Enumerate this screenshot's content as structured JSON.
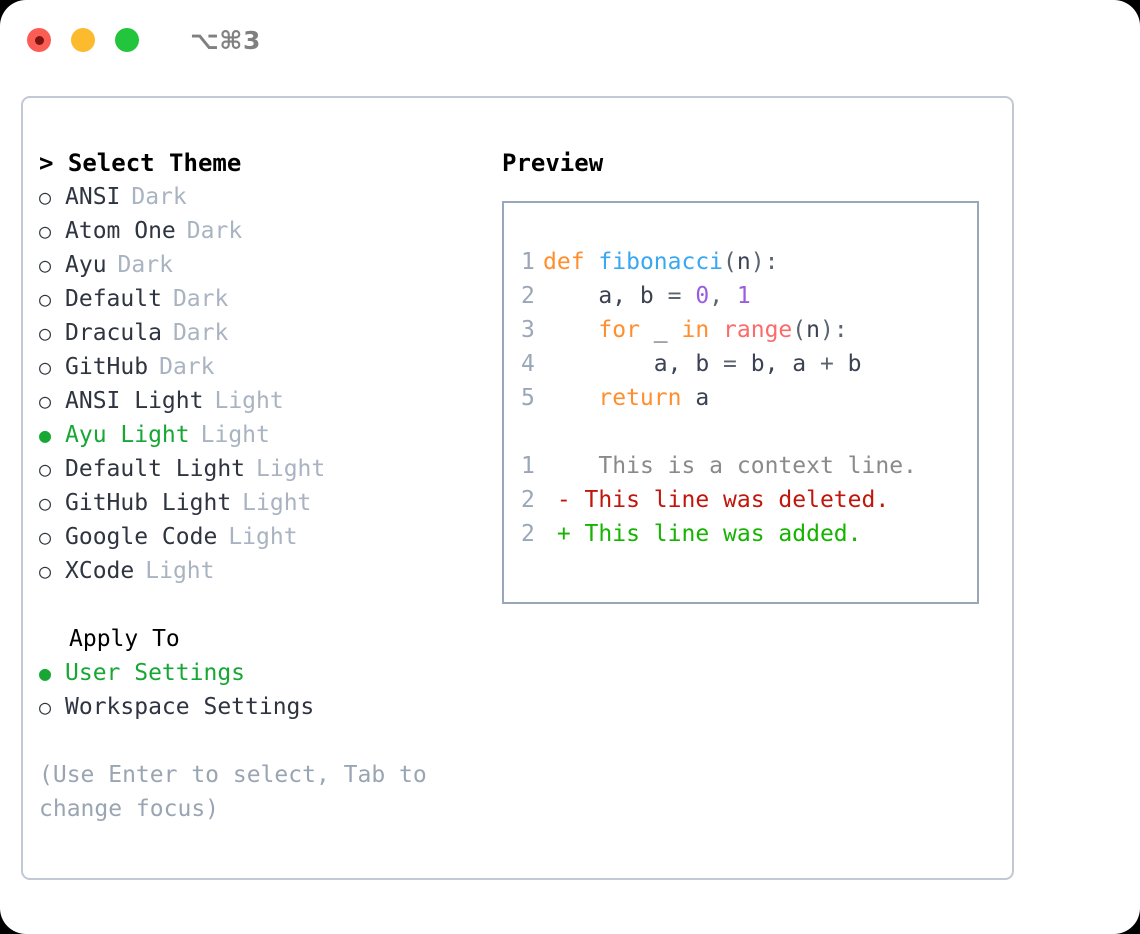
{
  "titlebar": {
    "shortcut": "⌥⌘3",
    "lights": [
      {
        "name": "close",
        "color": "#fb5d55"
      },
      {
        "name": "minimize",
        "color": "#fcbb2e"
      },
      {
        "name": "maximize",
        "color": "#22c53c"
      }
    ]
  },
  "theme_picker": {
    "heading": "> Select Theme",
    "selected_marker": "●",
    "unselected_marker": "○",
    "items": [
      {
        "name": "ANSI",
        "tag": "Dark",
        "selected": false
      },
      {
        "name": "Atom One",
        "tag": "Dark",
        "selected": false
      },
      {
        "name": "Ayu",
        "tag": "Dark",
        "selected": false
      },
      {
        "name": "Default",
        "tag": "Dark",
        "selected": false
      },
      {
        "name": "Dracula",
        "tag": "Dark",
        "selected": false
      },
      {
        "name": "GitHub",
        "tag": "Dark",
        "selected": false
      },
      {
        "name": "ANSI Light",
        "tag": "Light",
        "selected": false
      },
      {
        "name": "Ayu Light",
        "tag": "Light",
        "selected": true
      },
      {
        "name": "Default Light",
        "tag": "Light",
        "selected": false
      },
      {
        "name": "GitHub Light",
        "tag": "Light",
        "selected": false
      },
      {
        "name": "Google Code",
        "tag": "Light",
        "selected": false
      },
      {
        "name": "XCode",
        "tag": "Light",
        "selected": false
      }
    ]
  },
  "apply_to": {
    "heading": "Apply To",
    "items": [
      {
        "name": "User Settings",
        "selected": true
      },
      {
        "name": "Workspace Settings",
        "selected": false
      }
    ]
  },
  "hint": "(Use Enter to select, Tab to change focus)",
  "preview": {
    "title": "Preview",
    "code_lines": [
      {
        "num": "1",
        "tokens": [
          {
            "t": "def",
            "c": "kw"
          },
          {
            "t": " ",
            "c": "pun"
          },
          {
            "t": "fibonacci",
            "c": "fn"
          },
          {
            "t": "(",
            "c": "pun"
          },
          {
            "t": "n",
            "c": "id"
          },
          {
            "t": "):",
            "c": "pun"
          }
        ]
      },
      {
        "num": "2",
        "tokens": [
          {
            "t": "    a, b ",
            "c": "id"
          },
          {
            "t": "= ",
            "c": "pun"
          },
          {
            "t": "0",
            "c": "num"
          },
          {
            "t": ", ",
            "c": "pun"
          },
          {
            "t": "1",
            "c": "num"
          }
        ]
      },
      {
        "num": "3",
        "tokens": [
          {
            "t": "    ",
            "c": "pun"
          },
          {
            "t": "for",
            "c": "kw"
          },
          {
            "t": " _ ",
            "c": "id"
          },
          {
            "t": "in",
            "c": "kw"
          },
          {
            "t": " ",
            "c": "pun"
          },
          {
            "t": "range",
            "c": "bi"
          },
          {
            "t": "(",
            "c": "pun"
          },
          {
            "t": "n",
            "c": "id"
          },
          {
            "t": "):",
            "c": "pun"
          }
        ]
      },
      {
        "num": "4",
        "tokens": [
          {
            "t": "        a, b ",
            "c": "id"
          },
          {
            "t": "= ",
            "c": "pun"
          },
          {
            "t": "b, a ",
            "c": "id"
          },
          {
            "t": "+ ",
            "c": "pun"
          },
          {
            "t": "b",
            "c": "id"
          }
        ]
      },
      {
        "num": "5",
        "tokens": [
          {
            "t": "    ",
            "c": "pun"
          },
          {
            "t": "return",
            "c": "kw"
          },
          {
            "t": " a",
            "c": "id"
          }
        ]
      }
    ],
    "diff_lines": [
      {
        "num": "1",
        "marker": " ",
        "text": "  This is a context line.",
        "kind": "context"
      },
      {
        "num": "2",
        "marker": "-",
        "text": " This line was deleted.",
        "kind": "deleted"
      },
      {
        "num": "2",
        "marker": "+",
        "text": " This line was added.",
        "kind": "added"
      }
    ]
  },
  "colors": {
    "accent_green": "#17a734",
    "muted": "#a9b3c1",
    "hint": "#9aa5b4",
    "panel_border": "#9aa7b8",
    "frame_border": "#c3c9d4",
    "keyword": "#ff8f2e",
    "function": "#39a7f2",
    "number": "#9a5ce0",
    "builtin": "#fb6b6b",
    "identifier": "#3b4252",
    "diff_context": "#8a8a8a",
    "diff_deleted": "#c0160c",
    "diff_added": "#15b400"
  }
}
